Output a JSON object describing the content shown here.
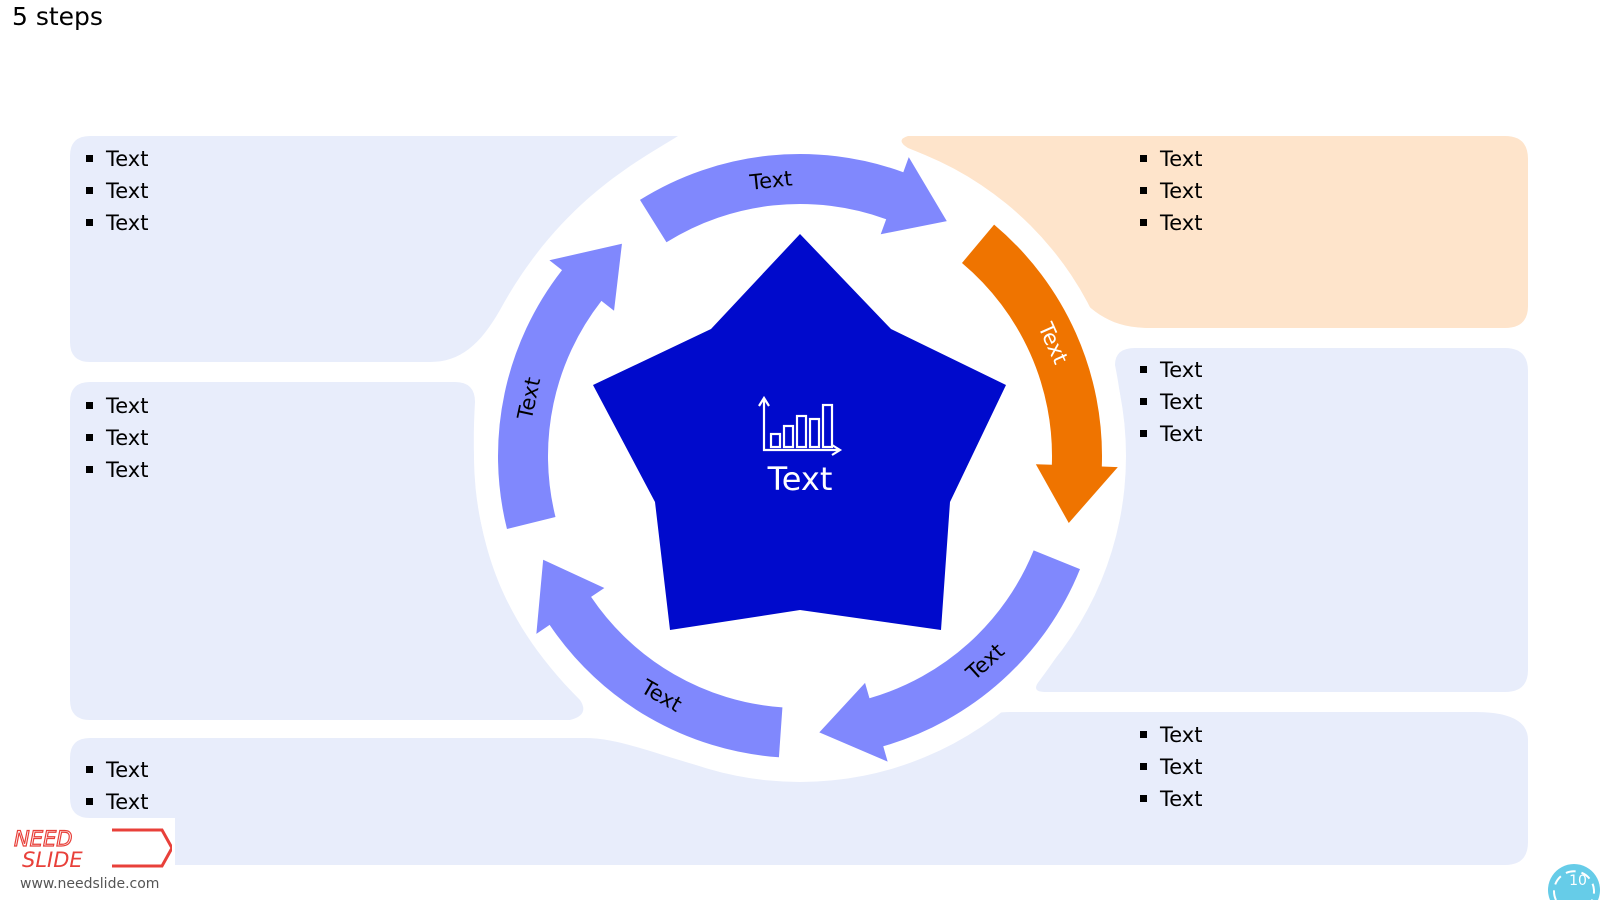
{
  "slide": {
    "title": "5 steps"
  },
  "panels": {
    "top_left": [
      "Text",
      "Text",
      "Text"
    ],
    "top_right": [
      "Text",
      "Text",
      "Text"
    ],
    "mid_left": [
      "Text",
      "Text",
      "Text"
    ],
    "mid_right": [
      "Text",
      "Text",
      "Text"
    ],
    "bottom_left": [
      "Text",
      "Text"
    ],
    "bottom_right": [
      "Text",
      "Text",
      "Text"
    ]
  },
  "cycle": {
    "steps": [
      {
        "label": "Text",
        "color": "#8088fd"
      },
      {
        "label": "Text",
        "color": "#ef7400"
      },
      {
        "label": "Text",
        "color": "#8088fd"
      },
      {
        "label": "Text",
        "color": "#8088fd"
      },
      {
        "label": "Text",
        "color": "#8088fd"
      }
    ]
  },
  "center": {
    "label": "Text",
    "icon": "bar-chart-icon",
    "color": "#000acc"
  },
  "colors": {
    "panel": "#e8edfb",
    "panel_highlight": "#fee4cb",
    "arrow": "#8088fd",
    "arrow_highlight": "#ef7400",
    "star": "#000acc"
  },
  "footer": {
    "logo_top": "NEED",
    "logo_bottom": "SLIDE",
    "url": "www.needslide.com",
    "page_number": "10"
  }
}
